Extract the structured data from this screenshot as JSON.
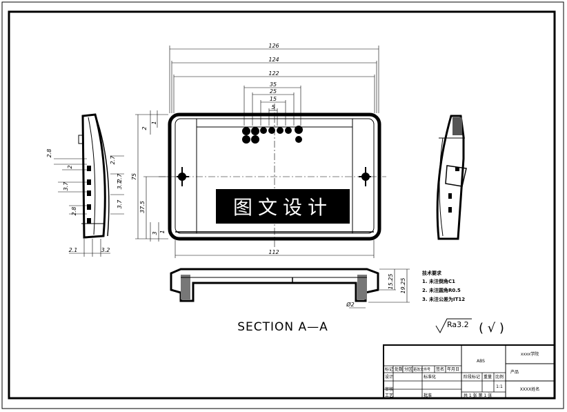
{
  "dimensions": {
    "top": [
      "126",
      "124",
      "122",
      "35",
      "25",
      "15",
      "5"
    ],
    "left_main": [
      "2",
      "1",
      "75",
      "37.5",
      "3",
      "1"
    ],
    "bottom_main": "112",
    "side_left": [
      "2.8",
      "2",
      "3.7",
      "2.7",
      "2.8",
      "3.7",
      "3.7",
      "2.7"
    ],
    "side_bottom": [
      "2.1",
      "3.2"
    ],
    "section": [
      "15.25",
      "19.25",
      "Ø2"
    ]
  },
  "watermark": "图文设计",
  "section_label": "SECTION A—A",
  "tech_req": {
    "title": "技术要求",
    "items": [
      "1. 未注倒角C1",
      "2. 未注圆角R0.5",
      "3. 未注公差为IT12"
    ]
  },
  "roughness": {
    "value": "Ra3.2",
    "note": "( √ )"
  },
  "title_block": {
    "school": "xxxx学院",
    "material": "ABS",
    "product": "产品",
    "name": "XXXX姓名",
    "scale": "1:1",
    "headers": [
      "标记",
      "处数",
      "分区",
      "更改文件号",
      "签名",
      "年月日"
    ],
    "row_labels": [
      "设计",
      "标准化",
      "审核",
      "工艺",
      "批准"
    ],
    "stage_labels": [
      "阶段标记",
      "重量",
      "比例"
    ],
    "sheet": "共 1 张  第 1 张"
  }
}
